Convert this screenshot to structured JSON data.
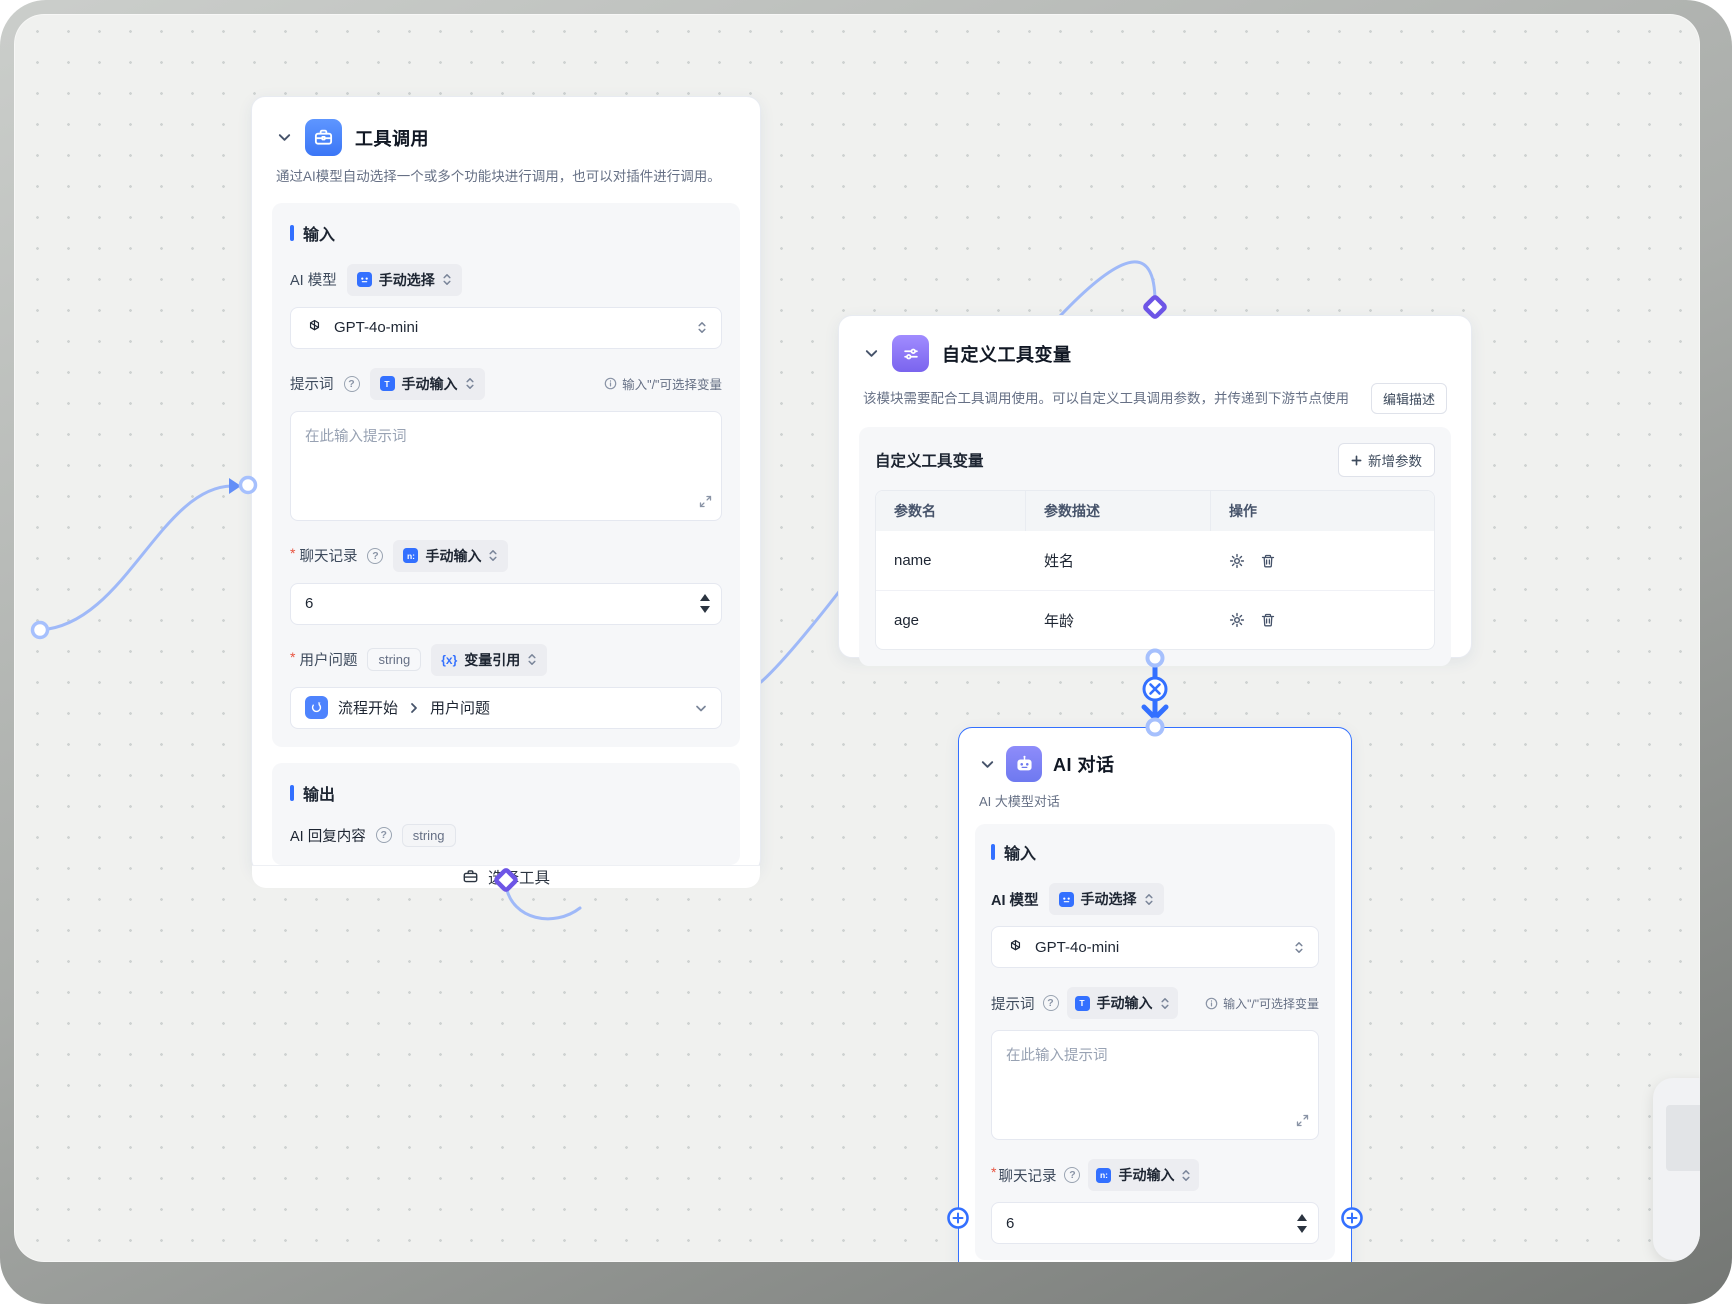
{
  "misc": {
    "required": "*",
    "question_glyph": "?"
  },
  "icons": {
    "prompt_type_glyph": "T",
    "number_type_glyph": "n:",
    "variable_glyph": "{x}"
  },
  "colors": {
    "primary": "#3370ff",
    "edge_light": "#9fb9f8",
    "diamond": "#6d55e6",
    "handle_ring": "#a6c0fd"
  },
  "nodes": {
    "tool_call": {
      "title": "工具调用",
      "description": "通过AI模型自动选择一个或多个功能块进行调用，也可以对插件进行调用。",
      "input": {
        "section": "输入",
        "model_label": "AI 模型",
        "model_mode": "手动选择",
        "model_name": "GPT-4o-mini",
        "prompt_label": "提示词",
        "prompt_mode": "手动输入",
        "prompt_hint": "输入\"/\"可选择变量",
        "prompt_placeholder": "在此输入提示词",
        "history_label": "聊天记录",
        "history_mode": "手动输入",
        "history_value": "6",
        "question_label": "用户问题",
        "question_type": "string",
        "question_mode": "变量引用",
        "ref_node": "流程开始",
        "ref_field": "用户问题"
      },
      "output": {
        "section": "输出",
        "reply_label": "AI 回复内容",
        "reply_type": "string"
      },
      "footer": {
        "select_tool": "选择工具"
      }
    },
    "tool_params": {
      "title": "自定义工具变量",
      "description": "该模块需要配合工具调用使用。可以自定义工具调用参数，并传递到下游节点使用",
      "edit_desc_button": "编辑描述",
      "section_title": "自定义工具变量",
      "add_param_button": "新增参数",
      "table": {
        "headers": [
          "参数名",
          "参数描述",
          "操作"
        ],
        "rows": [
          {
            "name": "name",
            "desc": "姓名"
          },
          {
            "name": "age",
            "desc": "年龄"
          }
        ]
      }
    },
    "ai_chat": {
      "title": "AI 对话",
      "subtitle": "AI 大模型对话",
      "input": {
        "section": "输入",
        "model_label": "AI 模型",
        "model_mode": "手动选择",
        "model_name": "GPT-4o-mini",
        "prompt_label": "提示词",
        "prompt_mode": "手动输入",
        "prompt_hint": "输入\"/\"可选择变量",
        "prompt_placeholder": "在此输入提示词",
        "history_label": "聊天记录",
        "history_mode": "手动输入",
        "history_value": "6"
      }
    }
  }
}
